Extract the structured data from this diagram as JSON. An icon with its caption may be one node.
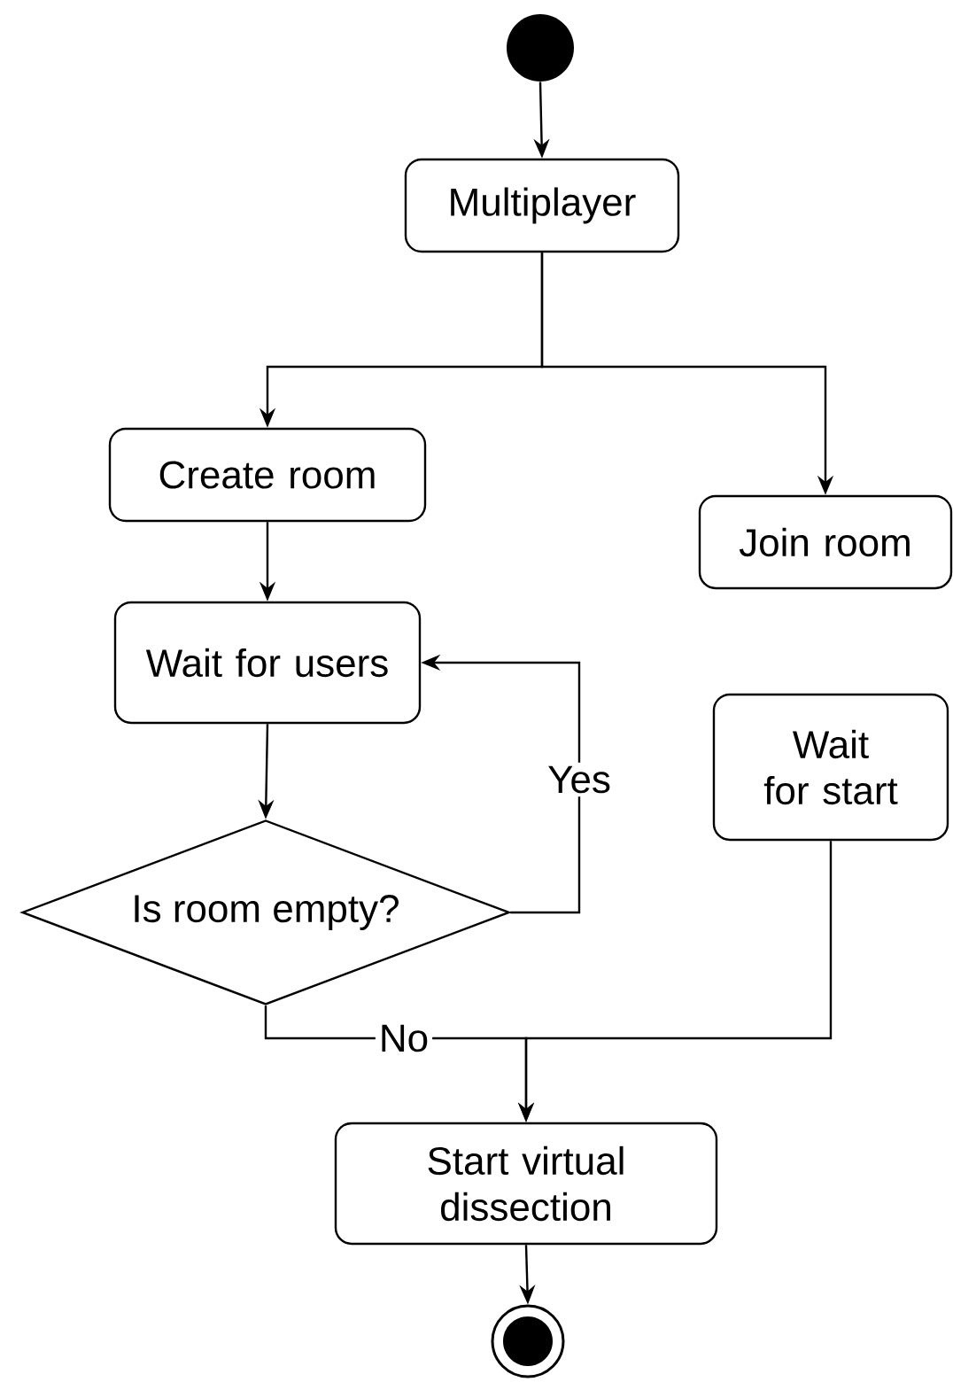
{
  "diagram": {
    "nodes": [
      {
        "text": [],
        "shape": "circle"
      },
      {
        "text": [
          "Multiplayer"
        ]
      },
      {
        "text": [
          "Create room"
        ]
      },
      {
        "text": [
          "Join room"
        ]
      },
      {
        "text": [
          "Wait for users"
        ]
      },
      {
        "text": [
          "Wait for start"
        ]
      },
      {
        "text": [
          "Is room empty?"
        ]
      },
      {
        "text": [
          "Start virtual dissection"
        ]
      },
      {
        "text": [],
        "shape": "circle"
      }
    ],
    "edges": [
      {
        "from": 0,
        "to": 1,
        "arrow": "to"
      },
      {
        "from": 1,
        "to": 2,
        "arrow": "to"
      },
      {
        "from": 1,
        "to": 3,
        "arrow": "to"
      },
      {
        "from": 2,
        "to": 4,
        "arrow": "to"
      },
      {
        "from": 4,
        "to": 6,
        "arrow": "to"
      },
      {
        "from": 6,
        "to": 4,
        "arrow": "to",
        "label": "Yes"
      },
      {
        "from": 6,
        "to": 7,
        "arrow": "to",
        "label": "No"
      },
      {
        "from": 5,
        "to": 7,
        "arrow": "to"
      },
      {
        "from": 7,
        "to": 8,
        "arrow": "to"
      }
    ]
  }
}
